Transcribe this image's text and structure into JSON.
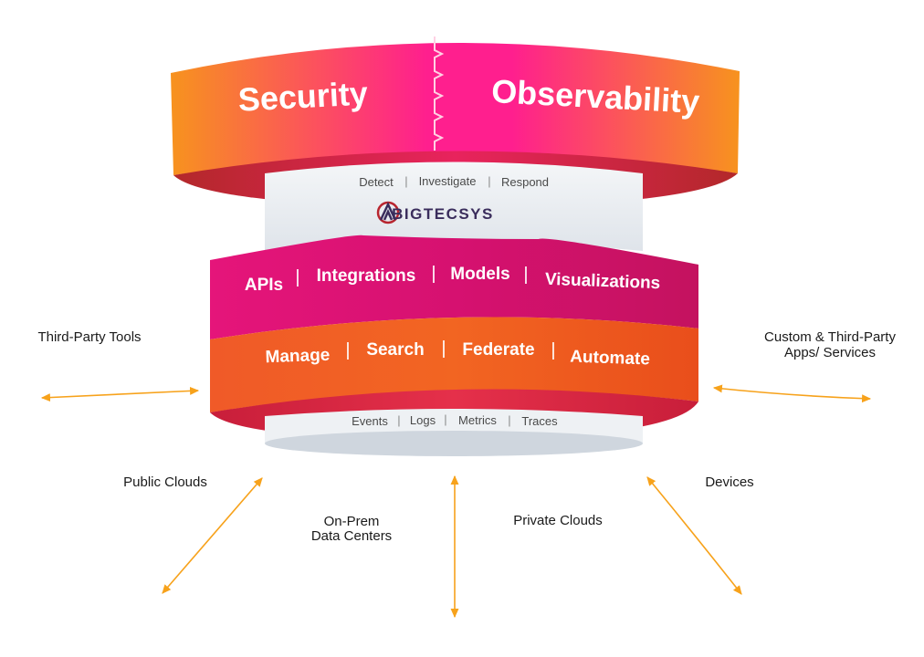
{
  "top_band": {
    "left_title": "Security",
    "right_title": "Observability"
  },
  "core": {
    "capabilities": [
      "Detect",
      "Investigate",
      "Respond"
    ],
    "brand": "BIGTECSYS"
  },
  "platform_band": {
    "items": [
      "APIs",
      "Integrations",
      "Models",
      "Visualizations"
    ]
  },
  "operations_band": {
    "items": [
      "Manage",
      "Search",
      "Federate",
      "Automate"
    ]
  },
  "data_base": {
    "items": [
      "Events",
      "Logs",
      "Metrics",
      "Traces"
    ]
  },
  "sources": {
    "third_party_tools": "Third-Party Tools",
    "custom_apps_line1": "Custom & Third-Party",
    "custom_apps_line2": "Apps/ Services",
    "public_clouds": "Public Clouds",
    "on_prem_line1": "On-Prem",
    "on_prem_line2": "Data Centers",
    "private_clouds": "Private Clouds",
    "devices": "Devices"
  },
  "colors": {
    "orange": "#f7901e",
    "magenta": "#e5157a",
    "pink": "#ff1f8e",
    "deep_magenta": "#c4125f",
    "red_orange": "#f05a28",
    "arrow": "#f7a21b",
    "cylinder_gray": "#e9edf1"
  },
  "icons": {
    "brand_logo": "bigtecsys-logo-icon",
    "arrows": "double-headed-arrow-icon"
  }
}
